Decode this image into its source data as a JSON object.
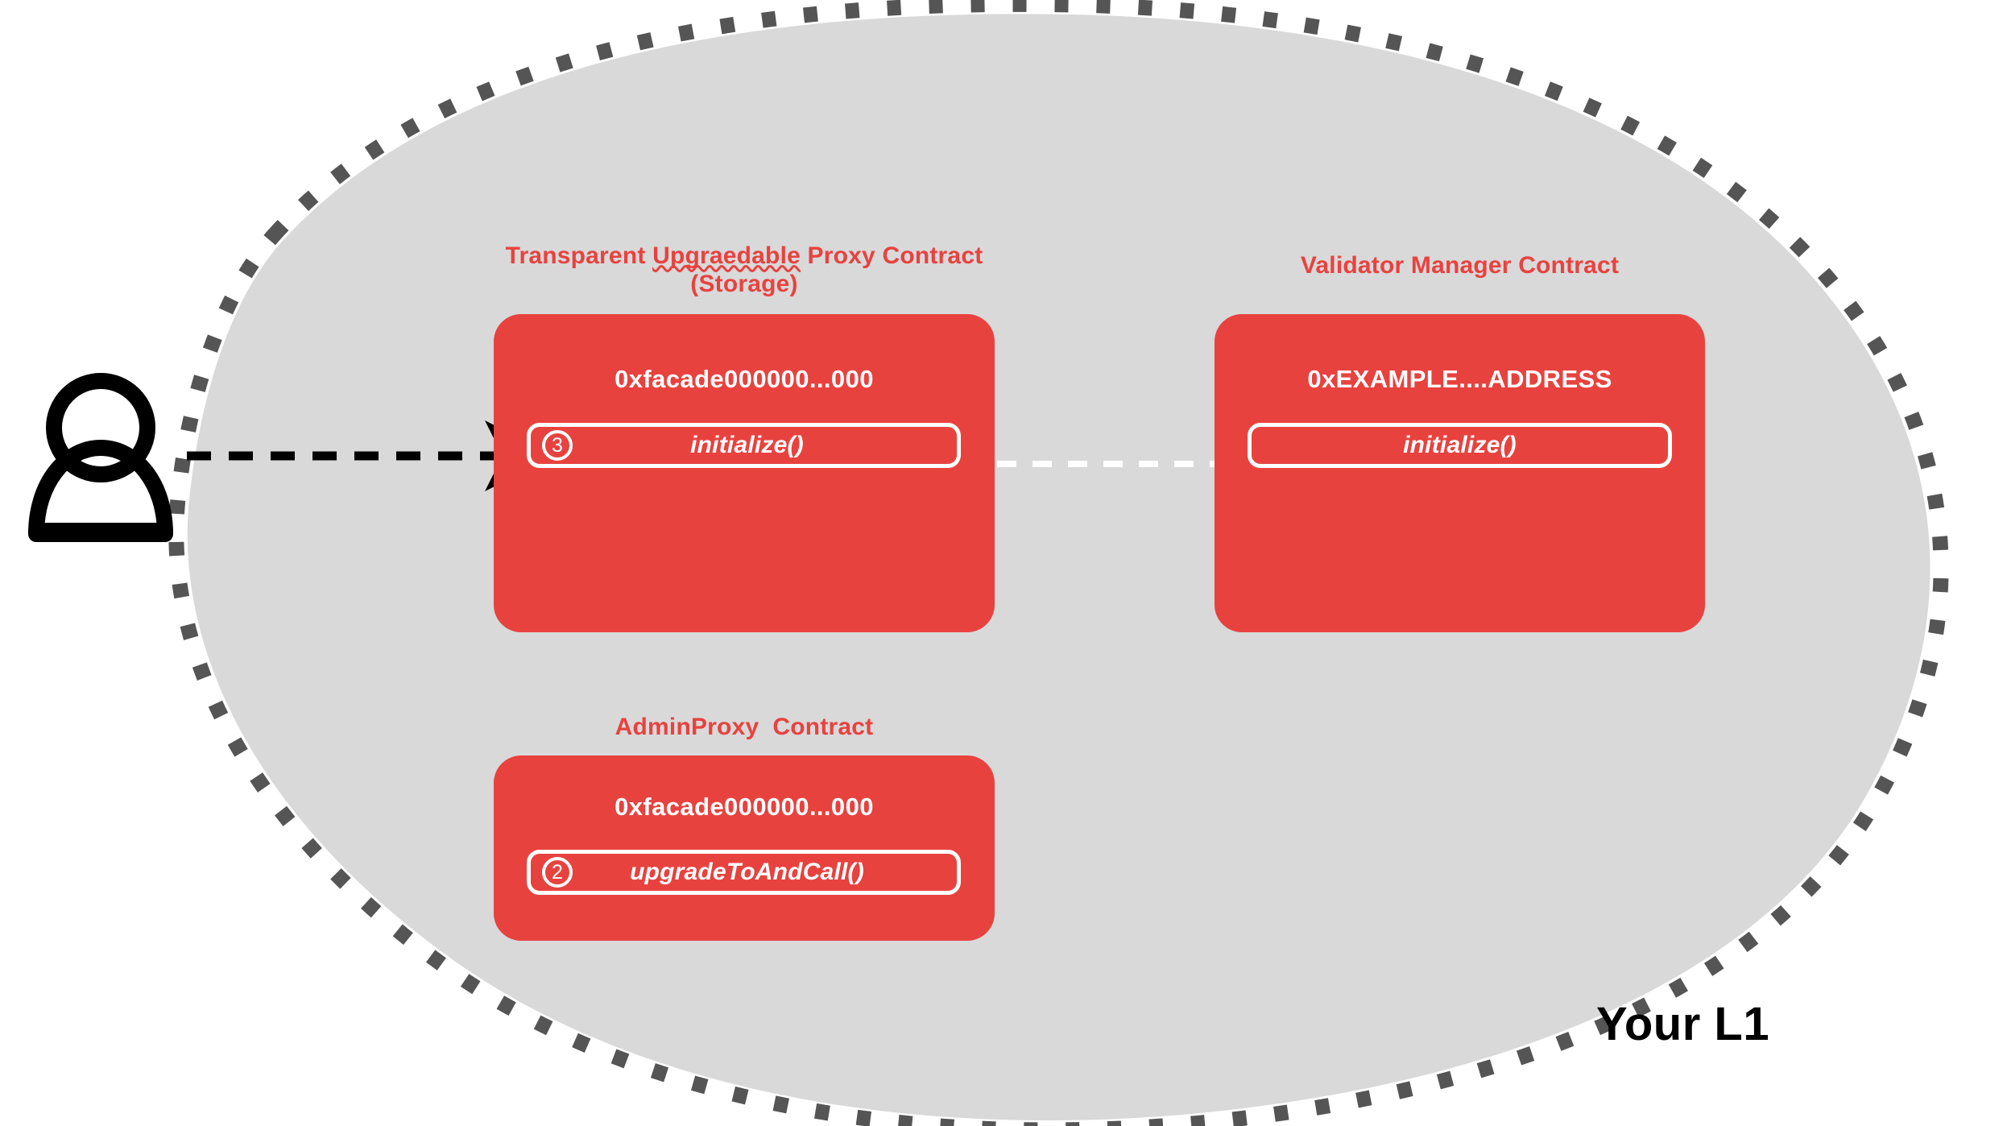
{
  "diagram": {
    "region_label": "Your L1",
    "background_color": "#ffffff",
    "region_fill_color": "#d9d9d9",
    "region_border_color": "#555555",
    "accent_color": "#e8423f",
    "actor": {
      "icon": "user-person-icon",
      "flow_arrow": "dashed-black-arrow"
    },
    "contracts": [
      {
        "title_line1": "Transparent ",
        "title_misspelled": "Upgraedable",
        "title_line2": " Proxy Contract (Storage)",
        "address": "0xfacade000000...000",
        "function": {
          "step": "3",
          "name": "initialize()"
        }
      },
      {
        "title": "Validator Manager Contract",
        "address": "0xEXAMPLE....ADDRESS",
        "function": {
          "step": "",
          "name": "initialize()"
        }
      },
      {
        "title": "AdminProxy  Contract",
        "address": "0xfacade000000...000",
        "function": {
          "step": "2",
          "name": "upgradeToAndCall()"
        }
      }
    ]
  }
}
